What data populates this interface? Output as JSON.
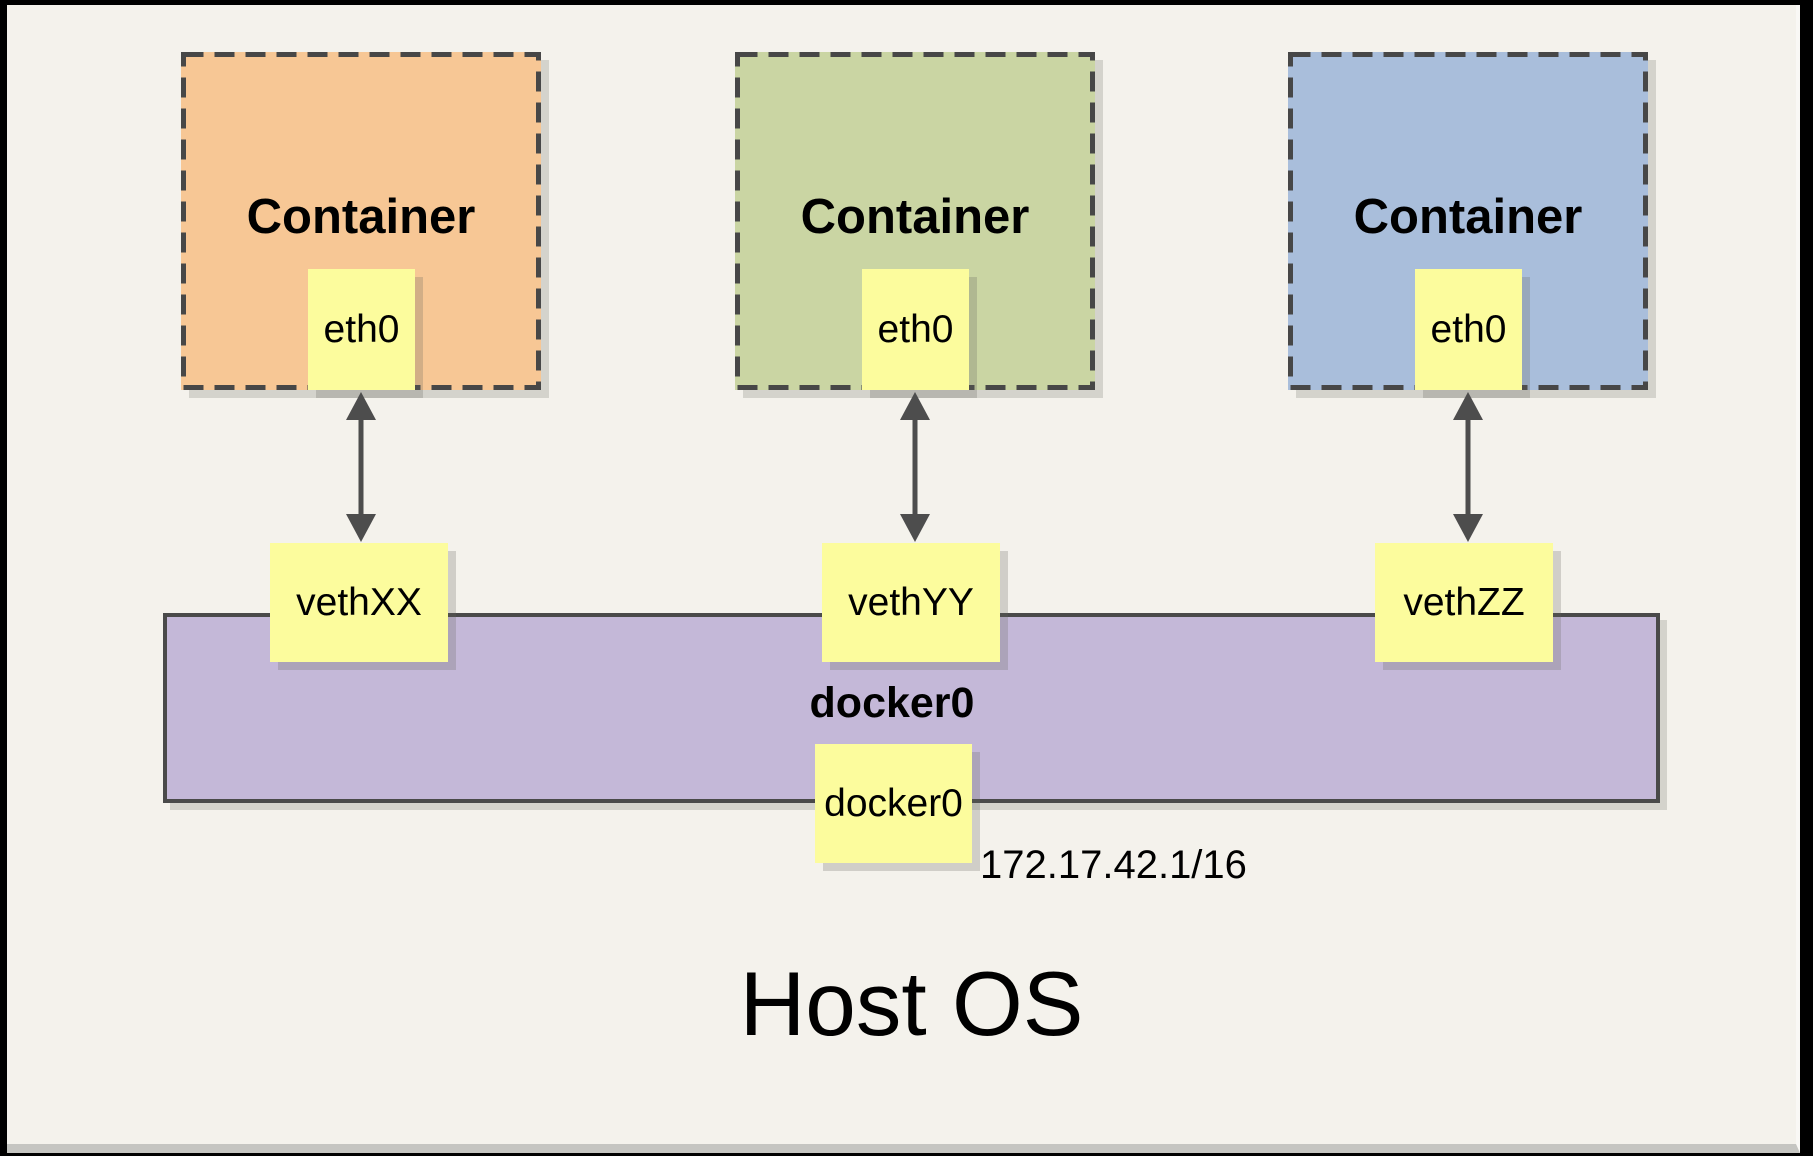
{
  "canvas": {
    "background": "#F4F2EC",
    "frame_color": "#000000"
  },
  "title": {
    "text": "Host OS"
  },
  "containers": [
    {
      "label": "Container",
      "interface_label": "eth0",
      "fill": "#F7C795"
    },
    {
      "label": "Container",
      "interface_label": "eth0",
      "fill": "#CAD5A3"
    },
    {
      "label": "Container",
      "interface_label": "eth0",
      "fill": "#A9BEDB"
    }
  ],
  "veth_labels": [
    "vethXX",
    "vethYY",
    "vethZZ"
  ],
  "bridge": {
    "label": "docker0",
    "interface_label": "docker0",
    "ip_cidr": "172.17.42.1/16",
    "fill": "#C4B8D8"
  },
  "styles": {
    "note_fill": "#FCFC9D",
    "dash_border_color": "#474747",
    "arrow_color": "#4D4D4D"
  }
}
